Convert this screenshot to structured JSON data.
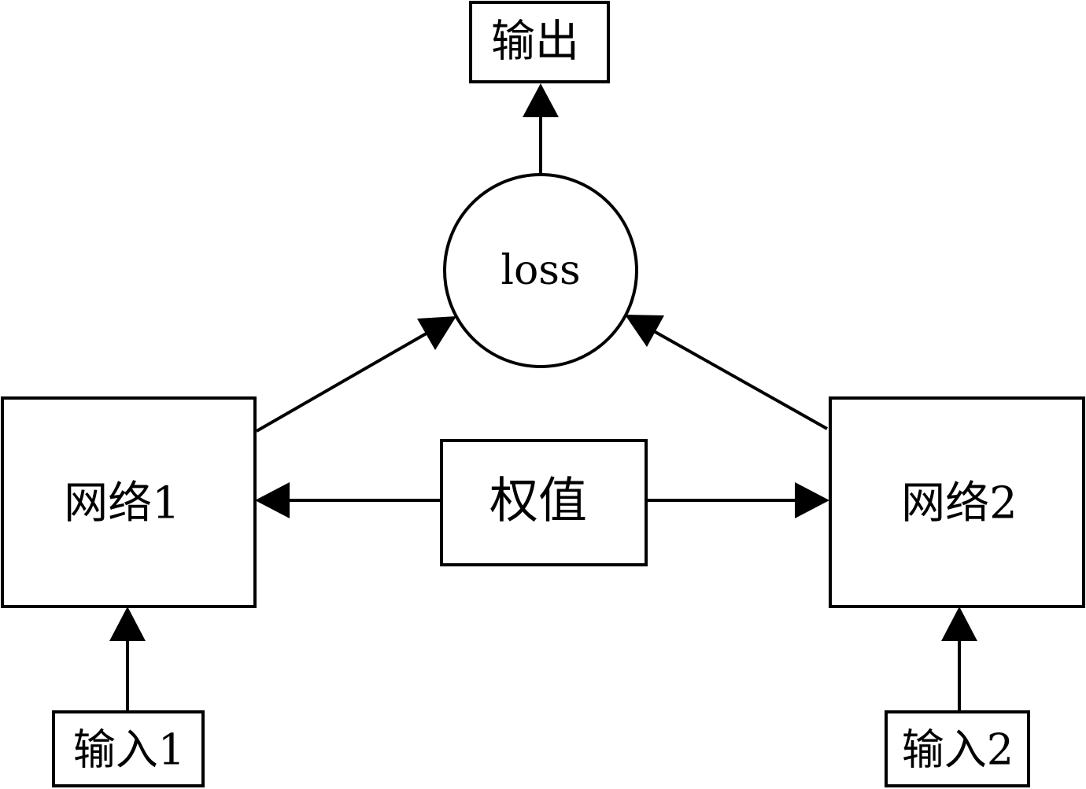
{
  "nodes": {
    "output": {
      "label": "输出"
    },
    "loss": {
      "label": "loss"
    },
    "network1": {
      "label": "网络1"
    },
    "network2": {
      "label": "网络2"
    },
    "weights": {
      "label": "权值"
    },
    "input1": {
      "label": "输入1"
    },
    "input2": {
      "label": "输入2"
    }
  },
  "edges": [
    {
      "from": "loss",
      "to": "output"
    },
    {
      "from": "network1",
      "to": "loss"
    },
    {
      "from": "network2",
      "to": "loss"
    },
    {
      "from": "weights",
      "to": "network1"
    },
    {
      "from": "weights",
      "to": "network2"
    },
    {
      "from": "input1",
      "to": "network1"
    },
    {
      "from": "input2",
      "to": "network2"
    }
  ],
  "colors": {
    "stroke": "#000000",
    "background": "#ffffff"
  }
}
